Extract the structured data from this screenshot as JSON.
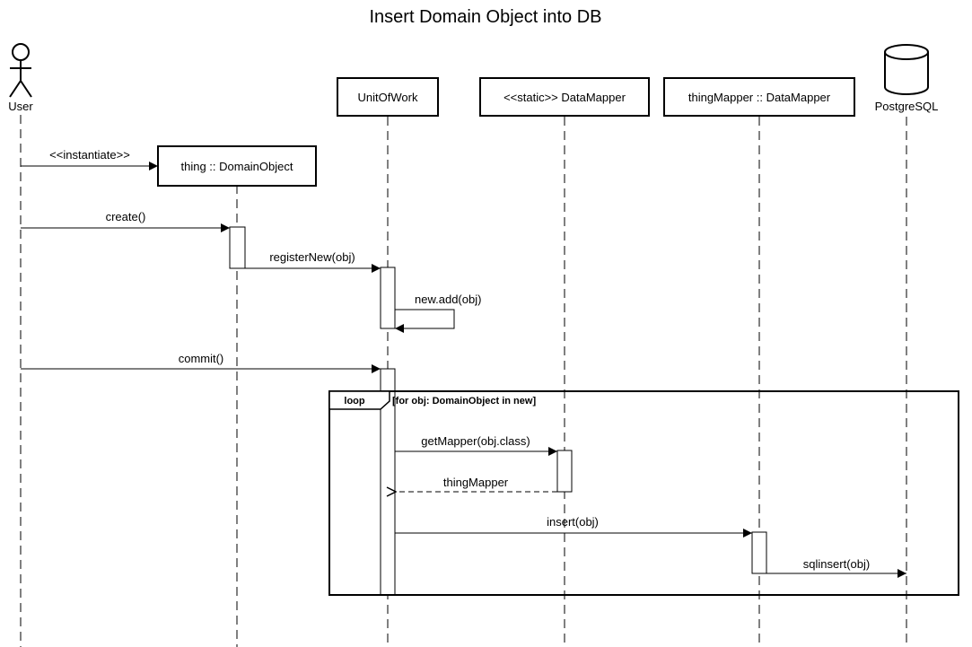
{
  "title": "Insert Domain Object into DB",
  "participants": {
    "user": "User",
    "unit_of_work": "UnitOfWork",
    "static_data_mapper": "<<static>> DataMapper",
    "thing_mapper": "thingMapper :: DataMapper",
    "postgres": "PostgreSQL",
    "thing": "thing :: DomainObject"
  },
  "messages": {
    "instantiate": "<<instantiate>>",
    "create": "create()",
    "register_new": "registerNew(obj)",
    "new_add": "new.add(obj)",
    "commit": "commit()",
    "get_mapper": "getMapper(obj.class)",
    "return_thing_mapper": "thingMapper",
    "insert": "insert(obj)",
    "sql_insert": "sqlinsert(obj)"
  },
  "loop": {
    "keyword": "loop",
    "guard": "[for obj: DomainObject in new]"
  }
}
